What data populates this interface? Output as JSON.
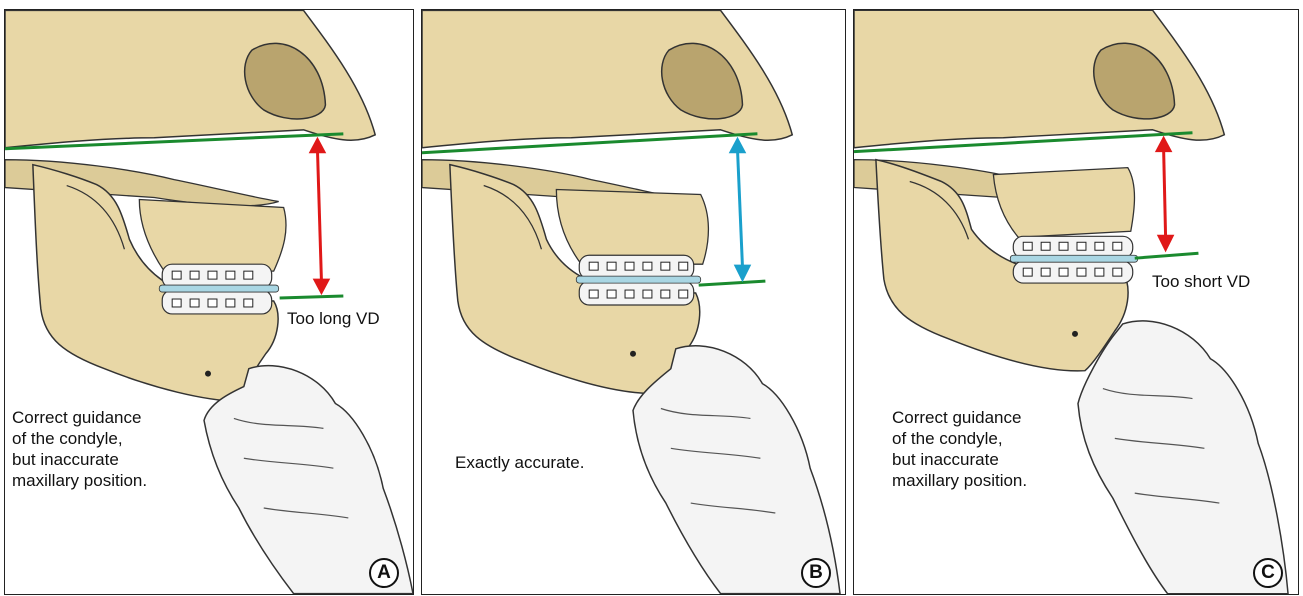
{
  "panels": [
    {
      "id": "A",
      "badge": "A",
      "measure_label": "Too long VD",
      "arrow_color": "#e01818",
      "caption_lines": [
        "Correct guidance",
        "of the condyle,",
        "but inaccurate",
        "maxillary position."
      ]
    },
    {
      "id": "B",
      "badge": "B",
      "measure_label": "",
      "arrow_color": "#1aa0cc",
      "caption_lines": [
        "Exactly accurate."
      ]
    },
    {
      "id": "C",
      "badge": "C",
      "measure_label": "Too short VD",
      "arrow_color": "#e01818",
      "caption_lines": [
        "Correct guidance",
        "of the condyle,",
        "but inaccurate",
        "maxillary position."
      ]
    }
  ],
  "colors": {
    "reference_line": "#1a8a2e",
    "bone": "#e8d7a6",
    "bone_shadow": "#c7b27c",
    "glove": "#f4f4f4",
    "archwire": "#a9d6e3"
  }
}
